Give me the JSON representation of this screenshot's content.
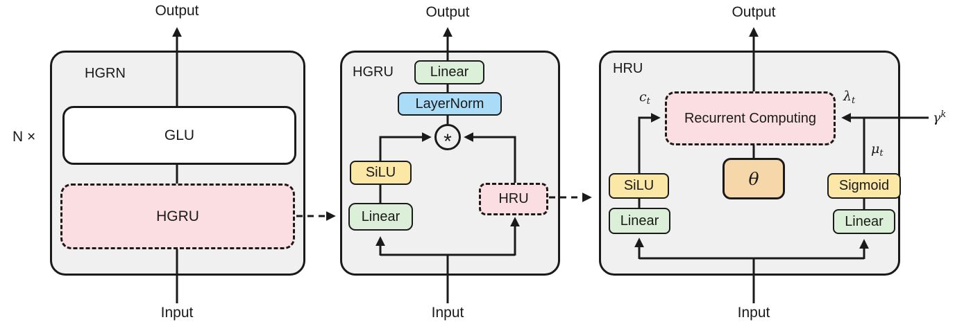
{
  "colors": {
    "panel_bg": "#f0f0f0",
    "ink": "#1a1a1a",
    "highlight_pink": "#fbdee1",
    "linear_green": "#dcefd8",
    "layernorm_blue": "#abdcf7",
    "activation_yellow": "#fbe8a6",
    "theta_tan": "#f5d7a9",
    "glu_white": "#ffffff"
  },
  "left_panel": {
    "title": "HGRN",
    "repeat_label": "N ×",
    "output_label": "Output",
    "input_label": "Input",
    "glu_label": "GLU",
    "hgru_label": "HGRU"
  },
  "middle_panel": {
    "title": "HGRU",
    "output_label": "Output",
    "input_label": "Input",
    "linear_top_label": "Linear",
    "layernorm_label": "LayerNorm",
    "multiply_label": "*",
    "silu_label": "SiLU",
    "linear_left_label": "Linear",
    "hru_label": "HRU"
  },
  "right_panel": {
    "title": "HRU",
    "output_label": "Output",
    "input_label": "Input",
    "recurrent_label": "Recurrent Computing",
    "theta_label": "θ",
    "silu_label": "SiLU",
    "linear_left_label": "Linear",
    "sigmoid_label": "Sigmoid",
    "linear_right_label": "Linear",
    "ct": {
      "base": "c",
      "sub": "t"
    },
    "lambda": {
      "base": "λ",
      "sub": "t"
    },
    "mu": {
      "base": "μ",
      "sub": "t"
    },
    "gamma": {
      "base": "γ",
      "sup": "k"
    }
  }
}
